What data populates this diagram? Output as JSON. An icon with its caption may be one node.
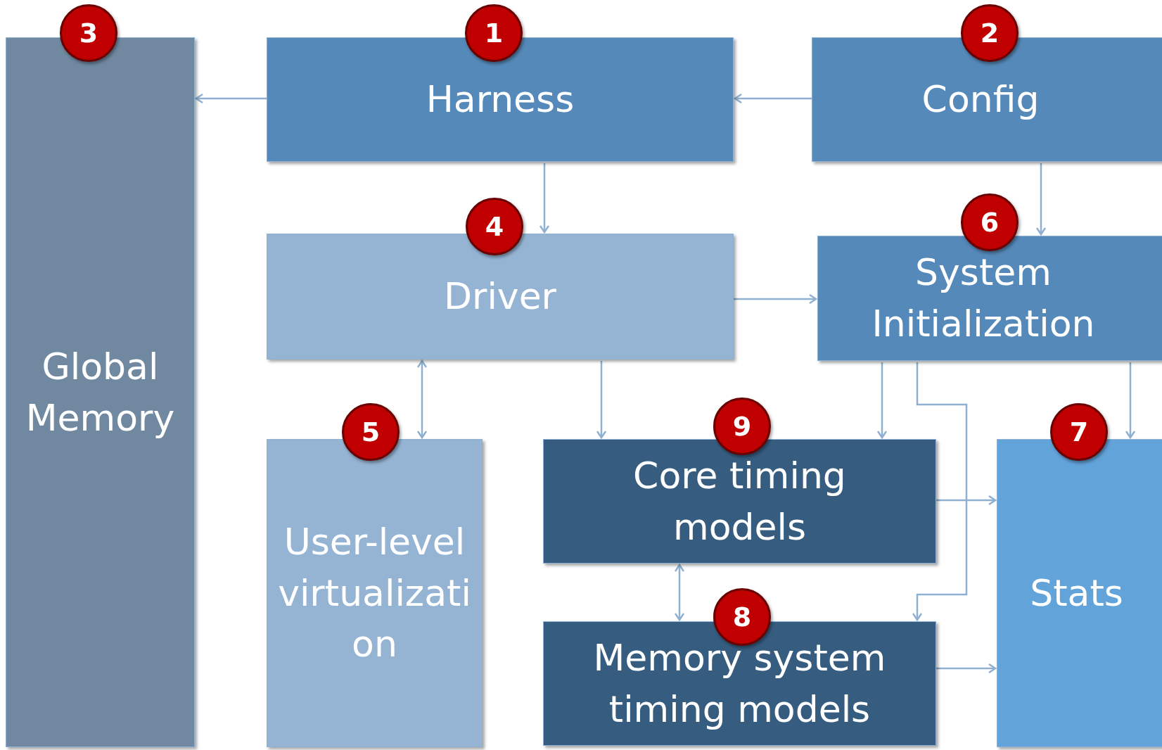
{
  "diagram": {
    "nodes": [
      {
        "text": [
          "Global Memory"
        ],
        "beside": [
          "3"
        ]
      },
      {
        "text": [
          "Harness"
        ],
        "beside": [
          "1"
        ]
      },
      {
        "text": [
          "Config"
        ],
        "beside": [
          "2"
        ]
      },
      {
        "text": [
          "Driver"
        ],
        "beside": [
          "4"
        ]
      },
      {
        "text": [
          "System Initialization"
        ],
        "beside": [
          "6"
        ]
      },
      {
        "text": [
          "User-level virtualization"
        ],
        "beside": [
          "5"
        ]
      },
      {
        "text": [
          "Core timing models"
        ],
        "beside": [
          "9"
        ]
      },
      {
        "text": [
          "Memory system timing models"
        ],
        "beside": [
          "8"
        ]
      },
      {
        "text": [
          "Stats"
        ],
        "beside": [
          "7"
        ]
      }
    ],
    "edges": [
      {
        "from": 1,
        "to": 0,
        "arrow": "to"
      },
      {
        "from": 2,
        "to": 1,
        "arrow": "to"
      },
      {
        "from": 1,
        "to": 3,
        "arrow": "to"
      },
      {
        "from": 2,
        "to": 4,
        "arrow": "to"
      },
      {
        "from": 3,
        "to": 4,
        "arrow": "to"
      },
      {
        "from": 3,
        "to": 5,
        "arrow": "both"
      },
      {
        "from": 3,
        "to": 6,
        "arrow": "to"
      },
      {
        "from": 4,
        "to": 6,
        "arrow": "to"
      },
      {
        "from": 4,
        "to": 7,
        "arrow": "to"
      },
      {
        "from": 4,
        "to": 8,
        "arrow": "to"
      },
      {
        "from": 6,
        "to": 7,
        "arrow": "both"
      },
      {
        "from": 6,
        "to": 8,
        "arrow": "to"
      },
      {
        "from": 7,
        "to": 8,
        "arrow": "to"
      }
    ]
  }
}
